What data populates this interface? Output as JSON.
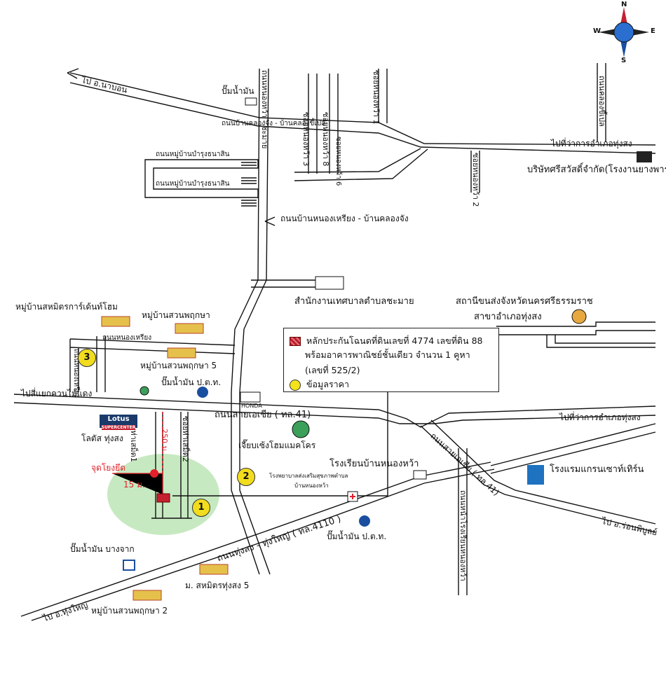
{
  "compass": {
    "n": "N",
    "s": "S",
    "e": "E",
    "w": "W"
  },
  "legend": {
    "line1": "หลักประกันโฉนดที่ดินเลขที่ 4774 เลขที่ดิน 88",
    "line2": "พร้อมอาคารพาณิชย์ชั้นเดียว จำนวน 1 คูหา",
    "line3": "(เลขที่ 525/2)",
    "line4": "ข้อมูลราคา"
  },
  "roads": {
    "to_nabon": "ไป อ.นาบอน",
    "khlong_chang": "ถนนบ้านคลองจัง - บ้านคลองขี้เปล",
    "soi3": "ซอยหนองหว้า 3",
    "soi8": "ซอยหนองหว้า 8",
    "soi1": "ซอยหนองหว้า 1",
    "soi2": "ซอยหนองหว้า 2",
    "soi6": "ซอยหนองหว้า 6",
    "khlong_khi_plae": "ถนนคลองขี้เปล",
    "to_district_top": "ไปที่ว่าการอำเภอทุ่งสง",
    "village_road_1": "ถนนหมู่บ้านบำรุงธนาสิน",
    "village_road_2": "ถนนหมู่บ้านบำรุงธนาสิน",
    "nong_riang": "ถนนบ้านหนองเหรียง - บ้านคลองจัง",
    "nong_riang_v": "ถนนหนองเหรียง",
    "nong_riang_h": "ถนนหนองเหรียง",
    "to_kuan_mai_daeng": "ไปสี่แยกควนไม้แดง",
    "asia_road": "ถนนสายเอเชีย ( ทล.41)",
    "to_district_mid": "ไปที่ว่าการอำเภอทุ่งสง",
    "asia_road_diag": "ถนนสายเอเชีย ( ทล.41)",
    "to_ron_phibun": "ไป อ.ร่อนพิบูลย์",
    "thung_yai_road": "ถนนทุ่งสง - ทุ่งใหญ่ ( ทล.4110 )",
    "to_thung_yai": "ไป อ.ทุ่งใหญ่",
    "soi_tha_samet1": "ซอยท่าเสม็ด1",
    "soi_tha_samet2": "ซอยท่าเสม็ด2",
    "nong_wa_v": "ถนนหนองหว้า - ชะมาย",
    "nong_wa_school_rd": "ถนนหน้าโรงเรียนหนองหว้า"
  },
  "places": {
    "gas_top": "ปั๊มน้ำมัน",
    "rubber_company": "บริษัทศรีสวัสดิ์จำกัด(โรงงานยางพารา)",
    "municipal_office": "สำนักงานเทศบาลตำบลชะมาย",
    "transport_station": "สถานีขนส่งจังหวัดนครศรีธรรมราช",
    "transport_station2": "สาขาอำเภอทุ่งสง",
    "village_sahamit": "หมู่บ้านสหมิตรการ์เด้นท์โฮม",
    "village_suan_1": "หมู่บ้านสวนพฤกษา",
    "village_suan_5": "หมู่บ้านสวนพฤกษา 5",
    "gas_ptt_1": "ปั๊มน้ำมัน ป.ต.ท.",
    "lotus_logo": "Lotus",
    "lotus_sub": "SUPERCENTER",
    "lotus": "โลตัส ทุ่งสง",
    "honda": "HONDA",
    "chia_bseng": "เจี๊ยบเซ้งโฮมแมคโคร",
    "school": "โรงเรียนบ้านหนองหว้า",
    "hospital": "โรงพยาบาลส่งเสริมสุขภาพตำบล",
    "hospital2": "บ้านหนองหว้า",
    "hotel": "โรงแรมแกรนเซาท์เทิร์น",
    "gas_ptt_2": "ปั๊มน้ำมัน ป.ต.ท.",
    "gas_bangchak": "ปั๊มน้ำมัน บางจาก",
    "m_sahamit_5": "ม. สหมิตรทุ่งสง 5",
    "village_suan_2": "หมู่บ้านสวนพฤกษา 2",
    "junction": "จุดโยงยึด",
    "dist_15": "15 ม.",
    "dist_250": "250 ม."
  },
  "pins": [
    "1",
    "2",
    "3"
  ],
  "colors": {
    "road": "#111111",
    "red": "#e0202a",
    "yellow": "#f2dc1e",
    "green_area": "#b9e3b2",
    "ptt_blue": "#1a4fa0"
  }
}
